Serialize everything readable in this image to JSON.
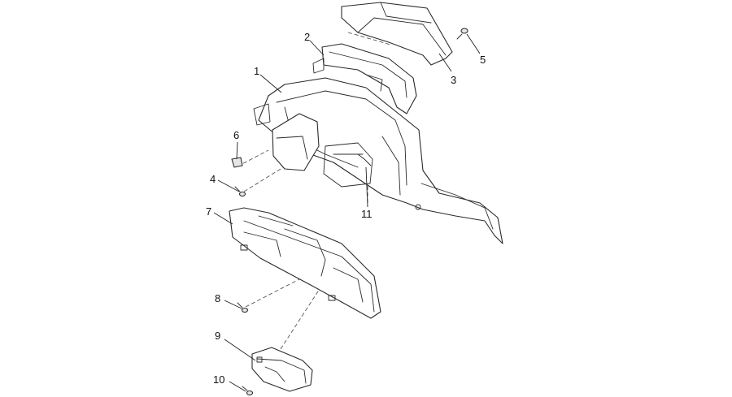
{
  "callouts": {
    "c1": "1",
    "c2": "2",
    "c3": "3",
    "c4": "4",
    "c5": "5",
    "c6": "6",
    "c7": "7",
    "c8": "8",
    "c9": "9",
    "c10": "10",
    "c11": "11"
  },
  "colors": {
    "line": "#2a2a2a",
    "shade": "#e6e6e6",
    "background": "#ffffff"
  }
}
